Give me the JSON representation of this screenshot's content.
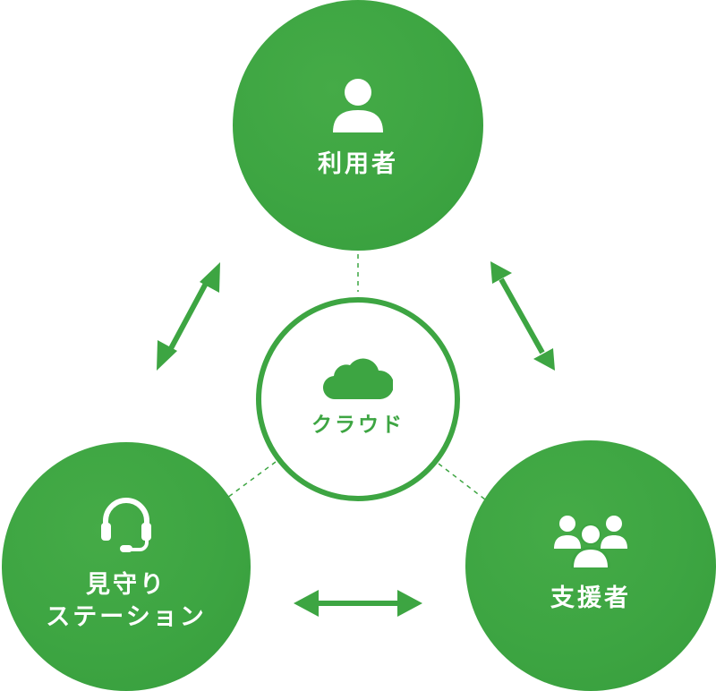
{
  "diagram": {
    "accent_color": "#3da542",
    "nodes": {
      "user": {
        "label": "利用者",
        "icon": "user-icon"
      },
      "station": {
        "label_line1": "見守り",
        "label_line2": "ステーション",
        "icon": "headset-icon"
      },
      "supporter": {
        "label": "支援者",
        "icon": "group-icon"
      },
      "cloud": {
        "label": "クラウド",
        "icon": "cloud-icon"
      }
    },
    "connections": [
      {
        "from": "user",
        "to": "station",
        "style": "bidirectional-arrow"
      },
      {
        "from": "user",
        "to": "supporter",
        "style": "bidirectional-arrow"
      },
      {
        "from": "station",
        "to": "supporter",
        "style": "bidirectional-arrow"
      },
      {
        "from": "cloud",
        "to": "user",
        "style": "dashed-line"
      },
      {
        "from": "cloud",
        "to": "station",
        "style": "dashed-line"
      },
      {
        "from": "cloud",
        "to": "supporter",
        "style": "dashed-line"
      }
    ]
  }
}
